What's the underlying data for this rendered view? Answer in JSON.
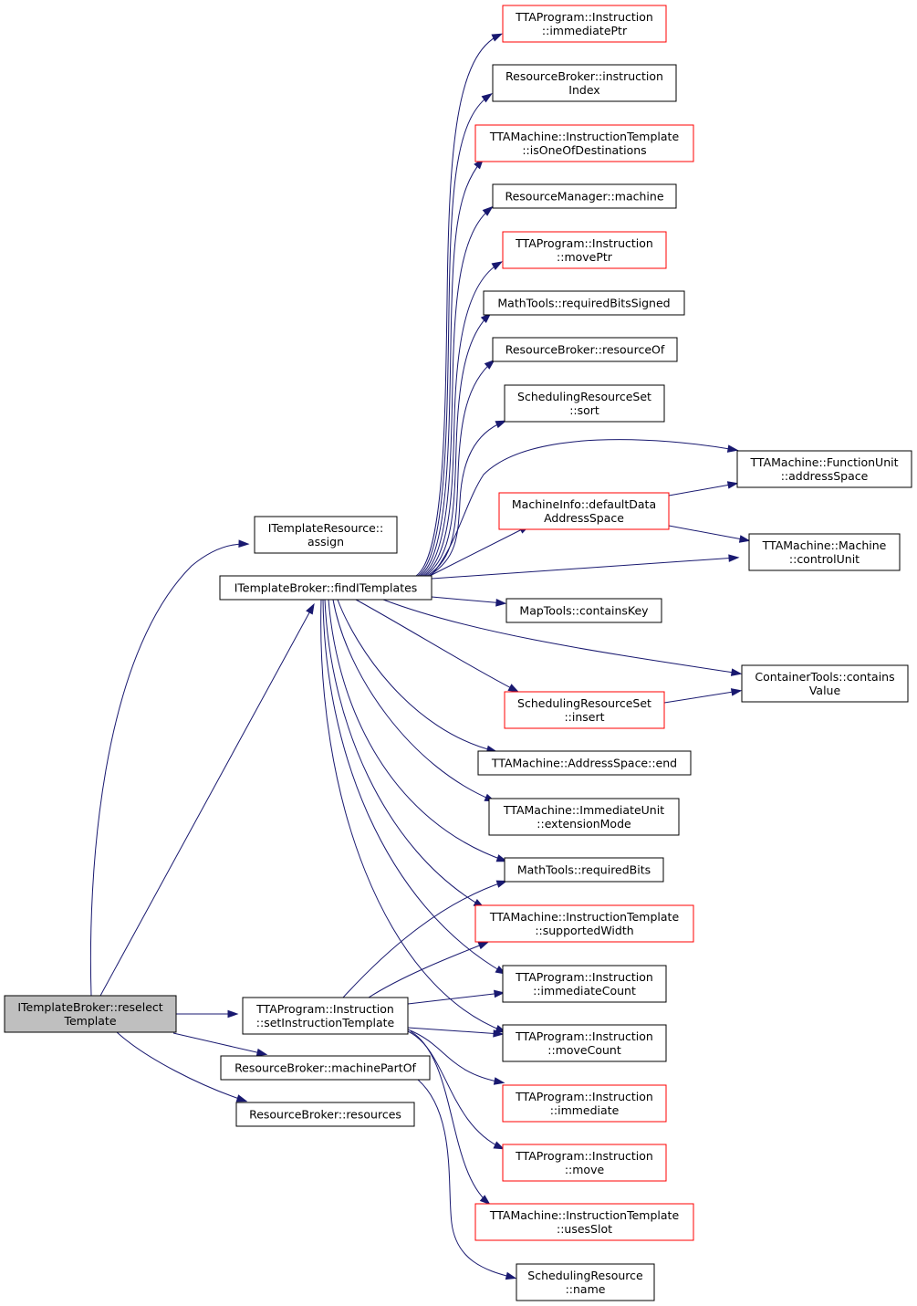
{
  "colors": {
    "edge": "#191970",
    "node_border": "#000000",
    "node_border_unresolved": "#ff0000",
    "node_fill": "#ffffff",
    "root_fill": "#bfbfbf"
  },
  "nodes": [
    {
      "id": "root",
      "lines": [
        "ITemplateBroker::reselect",
        "Template"
      ],
      "style": "root"
    },
    {
      "id": "assign",
      "lines": [
        "ITemplateResource::",
        "assign"
      ],
      "style": "normal"
    },
    {
      "id": "findITemplates",
      "lines": [
        "ITemplateBroker::findITemplates"
      ],
      "style": "normal"
    },
    {
      "id": "setInstructionTemplate",
      "lines": [
        "TTAProgram::Instruction",
        "::setInstructionTemplate"
      ],
      "style": "normal"
    },
    {
      "id": "machinePartOf",
      "lines": [
        "ResourceBroker::machinePartOf"
      ],
      "style": "normal"
    },
    {
      "id": "resources",
      "lines": [
        "ResourceBroker::resources"
      ],
      "style": "normal"
    },
    {
      "id": "immediatePtr",
      "lines": [
        "TTAProgram::Instruction",
        "::immediatePtr"
      ],
      "style": "red"
    },
    {
      "id": "instructionIndex",
      "lines": [
        "ResourceBroker::instruction",
        "Index"
      ],
      "style": "normal"
    },
    {
      "id": "isOneOfDestinations",
      "lines": [
        "TTAMachine::InstructionTemplate",
        "::isOneOfDestinations"
      ],
      "style": "red"
    },
    {
      "id": "machine",
      "lines": [
        "ResourceManager::machine"
      ],
      "style": "normal"
    },
    {
      "id": "movePtr",
      "lines": [
        "TTAProgram::Instruction",
        "::movePtr"
      ],
      "style": "red"
    },
    {
      "id": "requiredBitsSigned",
      "lines": [
        "MathTools::requiredBitsSigned"
      ],
      "style": "normal"
    },
    {
      "id": "resourceOf",
      "lines": [
        "ResourceBroker::resourceOf"
      ],
      "style": "normal"
    },
    {
      "id": "sort",
      "lines": [
        "SchedulingResourceSet",
        "::sort"
      ],
      "style": "normal"
    },
    {
      "id": "fuAddressSpace",
      "lines": [
        "TTAMachine::FunctionUnit",
        "::addressSpace"
      ],
      "style": "normal"
    },
    {
      "id": "defaultDataAddressSpace",
      "lines": [
        "MachineInfo::defaultData",
        "AddressSpace"
      ],
      "style": "red"
    },
    {
      "id": "controlUnit",
      "lines": [
        "TTAMachine::Machine",
        "::controlUnit"
      ],
      "style": "normal"
    },
    {
      "id": "containsKey",
      "lines": [
        "MapTools::containsKey"
      ],
      "style": "normal"
    },
    {
      "id": "containsValue",
      "lines": [
        "ContainerTools::contains",
        "Value"
      ],
      "style": "normal"
    },
    {
      "id": "insert",
      "lines": [
        "SchedulingResourceSet",
        "::insert"
      ],
      "style": "red"
    },
    {
      "id": "asEnd",
      "lines": [
        "TTAMachine::AddressSpace::end"
      ],
      "style": "normal"
    },
    {
      "id": "extensionMode",
      "lines": [
        "TTAMachine::ImmediateUnit",
        "::extensionMode"
      ],
      "style": "normal"
    },
    {
      "id": "requiredBits",
      "lines": [
        "MathTools::requiredBits"
      ],
      "style": "normal"
    },
    {
      "id": "supportedWidth",
      "lines": [
        "TTAMachine::InstructionTemplate",
        "::supportedWidth"
      ],
      "style": "red"
    },
    {
      "id": "immediateCount",
      "lines": [
        "TTAProgram::Instruction",
        "::immediateCount"
      ],
      "style": "normal"
    },
    {
      "id": "moveCount",
      "lines": [
        "TTAProgram::Instruction",
        "::moveCount"
      ],
      "style": "normal"
    },
    {
      "id": "immediate",
      "lines": [
        "TTAProgram::Instruction",
        "::immediate"
      ],
      "style": "red"
    },
    {
      "id": "move",
      "lines": [
        "TTAProgram::Instruction",
        "::move"
      ],
      "style": "red"
    },
    {
      "id": "usesSlot",
      "lines": [
        "TTAMachine::InstructionTemplate",
        "::usesSlot"
      ],
      "style": "red"
    },
    {
      "id": "srName",
      "lines": [
        "SchedulingResource",
        "::name"
      ],
      "style": "normal"
    }
  ],
  "edges": [
    [
      "root",
      "assign"
    ],
    [
      "root",
      "findITemplates"
    ],
    [
      "root",
      "setInstructionTemplate"
    ],
    [
      "root",
      "machinePartOf"
    ],
    [
      "root",
      "resources"
    ],
    [
      "findITemplates",
      "immediatePtr"
    ],
    [
      "findITemplates",
      "instructionIndex"
    ],
    [
      "findITemplates",
      "isOneOfDestinations"
    ],
    [
      "findITemplates",
      "machine"
    ],
    [
      "findITemplates",
      "movePtr"
    ],
    [
      "findITemplates",
      "requiredBitsSigned"
    ],
    [
      "findITemplates",
      "resourceOf"
    ],
    [
      "findITemplates",
      "sort"
    ],
    [
      "findITemplates",
      "fuAddressSpace"
    ],
    [
      "findITemplates",
      "defaultDataAddressSpace"
    ],
    [
      "findITemplates",
      "controlUnit"
    ],
    [
      "findITemplates",
      "containsKey"
    ],
    [
      "findITemplates",
      "containsValue"
    ],
    [
      "findITemplates",
      "insert"
    ],
    [
      "findITemplates",
      "asEnd"
    ],
    [
      "findITemplates",
      "extensionMode"
    ],
    [
      "findITemplates",
      "requiredBits"
    ],
    [
      "findITemplates",
      "supportedWidth"
    ],
    [
      "findITemplates",
      "immediateCount"
    ],
    [
      "findITemplates",
      "moveCount"
    ],
    [
      "defaultDataAddressSpace",
      "fuAddressSpace"
    ],
    [
      "defaultDataAddressSpace",
      "controlUnit"
    ],
    [
      "insert",
      "containsValue"
    ],
    [
      "setInstructionTemplate",
      "requiredBits"
    ],
    [
      "setInstructionTemplate",
      "supportedWidth"
    ],
    [
      "setInstructionTemplate",
      "immediateCount"
    ],
    [
      "setInstructionTemplate",
      "moveCount"
    ],
    [
      "setInstructionTemplate",
      "immediate"
    ],
    [
      "setInstructionTemplate",
      "move"
    ],
    [
      "setInstructionTemplate",
      "usesSlot"
    ],
    [
      "machinePartOf",
      "srName"
    ]
  ]
}
